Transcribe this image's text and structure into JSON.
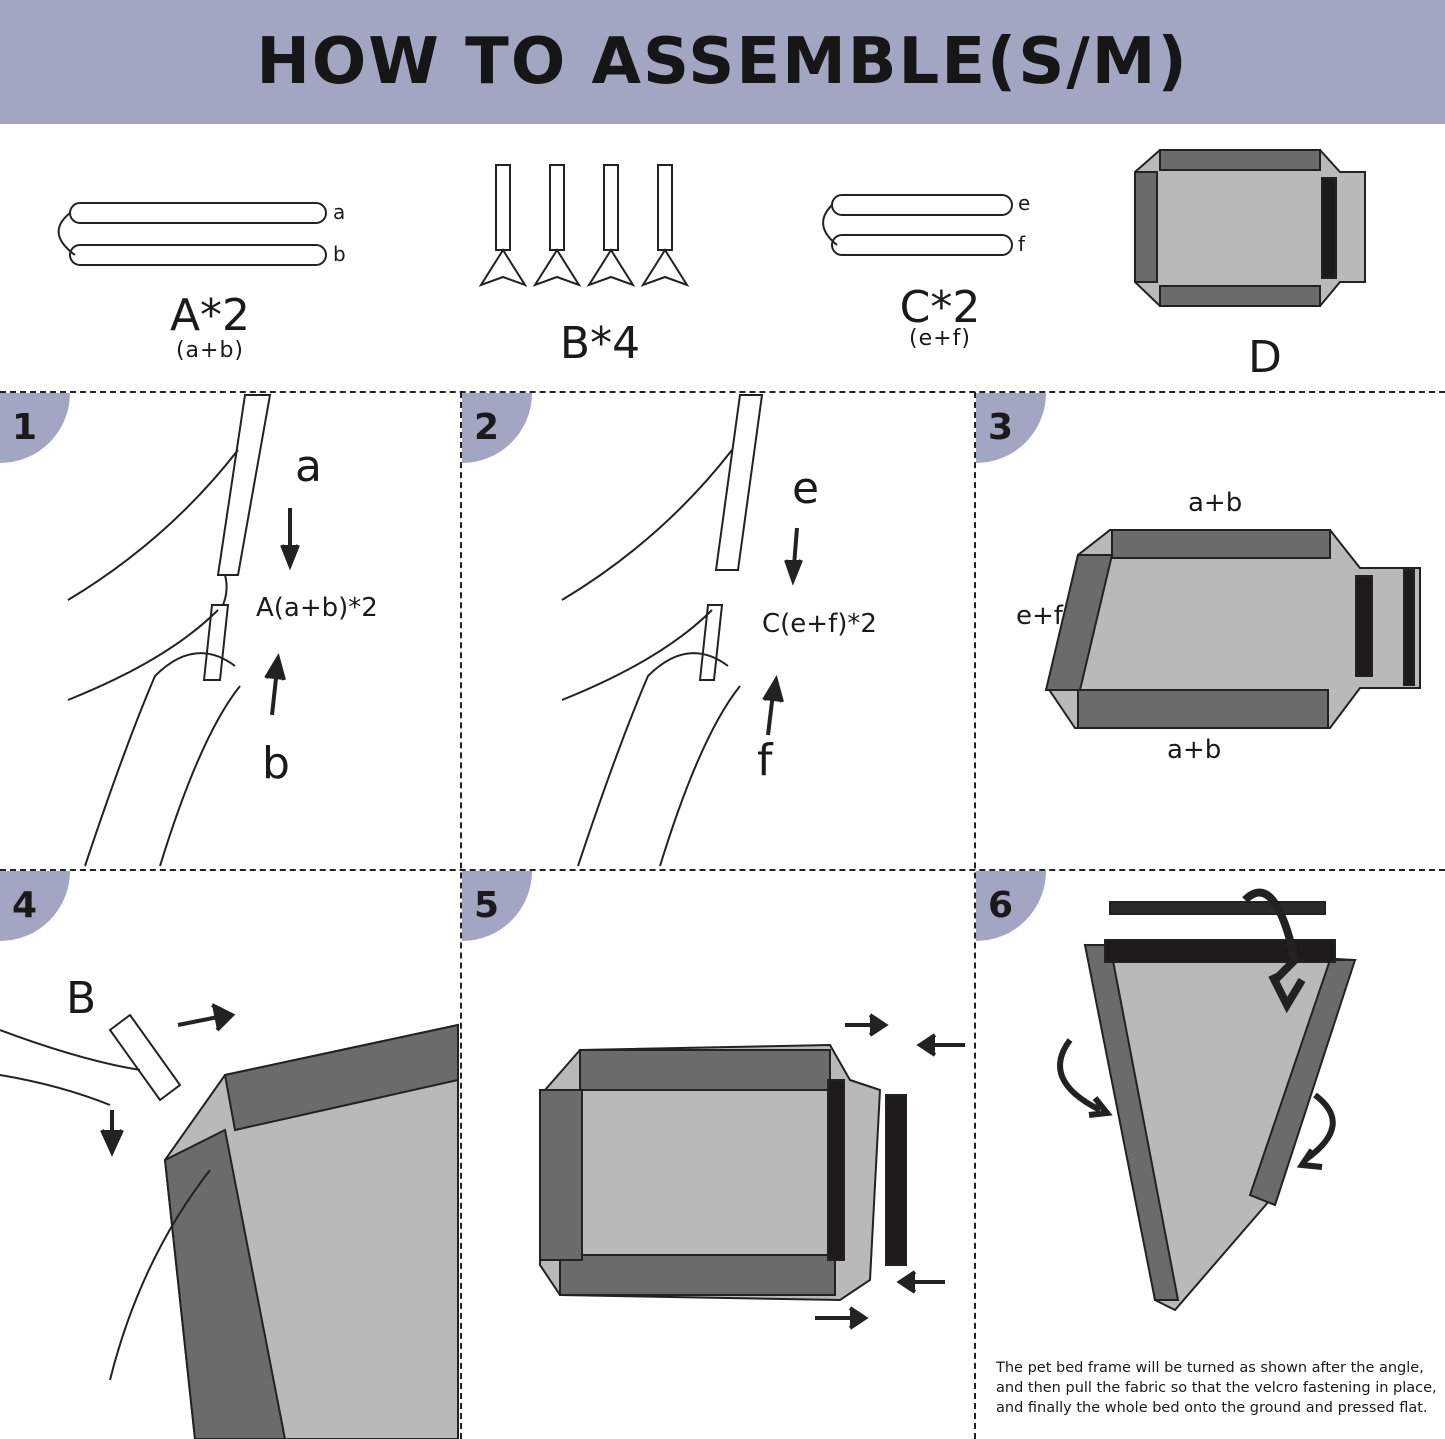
{
  "header": {
    "title": "HOW TO ASSEMBLE(S/M)"
  },
  "parts": {
    "a": {
      "label": "A*2",
      "sub": "(a+b)",
      "tube1": "a",
      "tube2": "b"
    },
    "b": {
      "label": "B*4"
    },
    "c": {
      "label": "C*2",
      "sub": "(e+f)",
      "tube1": "e",
      "tube2": "f"
    },
    "d": {
      "label": "D"
    }
  },
  "steps": [
    {
      "number": "1",
      "top_letter": "a",
      "center_text": "A(a+b)*2",
      "bottom_letter": "b"
    },
    {
      "number": "2",
      "top_letter": "e",
      "center_text": "C(e+f)*2",
      "bottom_letter": "f"
    },
    {
      "number": "3",
      "top_label": "a+b",
      "left_label": "e+f",
      "bottom_label": "a+b"
    },
    {
      "number": "4",
      "part_letter": "B"
    },
    {
      "number": "5"
    },
    {
      "number": "6",
      "note_lines": [
        "The pet bed frame will be turned as shown after the angle,",
        "and then pull the fabric so that the velcro fastening in place,",
        "and finally the whole bed onto the ground and pressed flat."
      ]
    }
  ],
  "colors": {
    "header_bg": "#a3a6c2",
    "fabric_light": "#b9b9b9",
    "fabric_dark": "#6b6b6b",
    "velcro": "#1f1a1a"
  }
}
